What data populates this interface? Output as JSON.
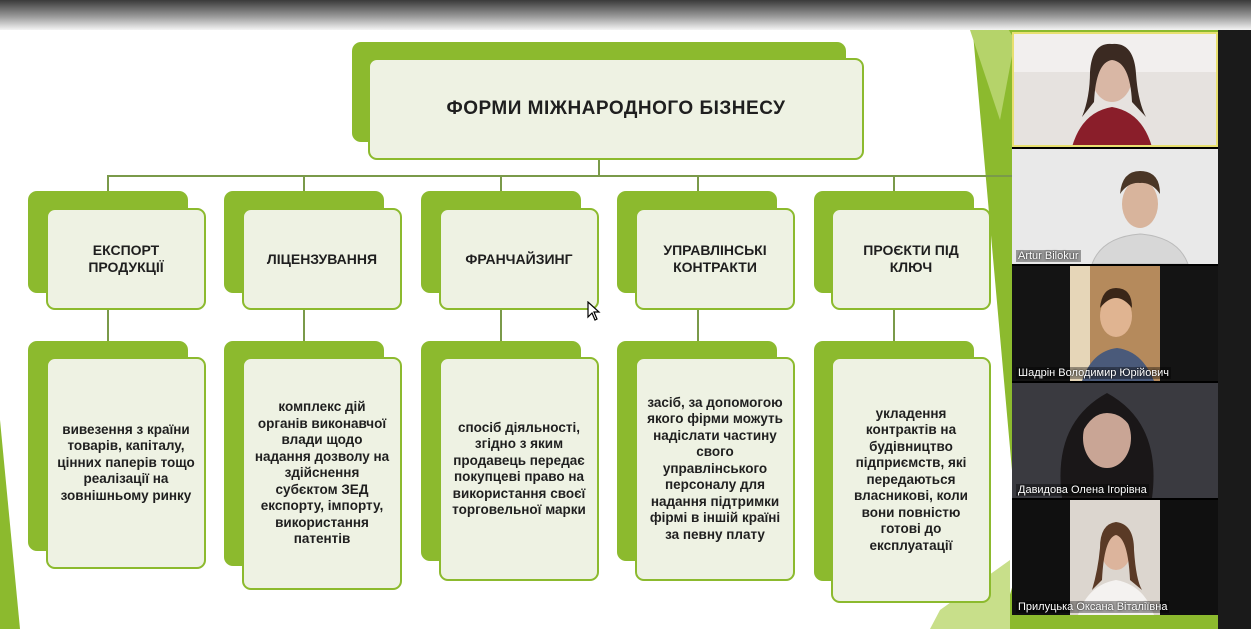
{
  "slide": {
    "title": "ФОРМИ МІЖНАРОДНОГО БІЗНЕСУ",
    "categories": [
      {
        "label": "ЕКСПОРТ\nПРОДУКЦІЇ"
      },
      {
        "label": "ЛІЦЕНЗУВАННЯ"
      },
      {
        "label": "ФРАНЧАЙЗИНГ"
      },
      {
        "label": "УПРАВЛІНСЬКІ\nКОНТРАКТИ"
      },
      {
        "label": "ПРОЄКТИ ПІД\nКЛЮЧ"
      }
    ],
    "descriptions": [
      "вивезення з країни товарів, капіталу, цінних паперів тощо реалізації на зовнішньому ринку",
      "комплекс дій органів виконавчої влади щодо надання дозволу на здійснення субєктом ЗЕД експорту, імпорту, використання патентів",
      "спосіб діяльності, згідно з яким продавець передає покупцеві право на використання своєї торговельної марки",
      "засіб, за допомогою якого фірми можуть надіслати частину свого управлінського персоналу для надання підтримки фірмі в іншій країні за певну плату",
      "укладення контрактів на будівництво підприємств, які передаються власникові, коли вони повністю готові до експлуатації"
    ]
  },
  "participants": [
    {
      "name": "",
      "active": true
    },
    {
      "name": "Artur Bilokur",
      "active": false
    },
    {
      "name": "Шадрін Володимир Юрійович",
      "active": false
    },
    {
      "name": "Давидова Олена Ігорівна",
      "active": false
    },
    {
      "name": "Прилуцька Оксана Віталіївна",
      "active": false
    }
  ],
  "colors": {
    "accent_green": "#8cba2e",
    "box_fill": "#eef2e3",
    "connector": "#7a9a4a"
  }
}
